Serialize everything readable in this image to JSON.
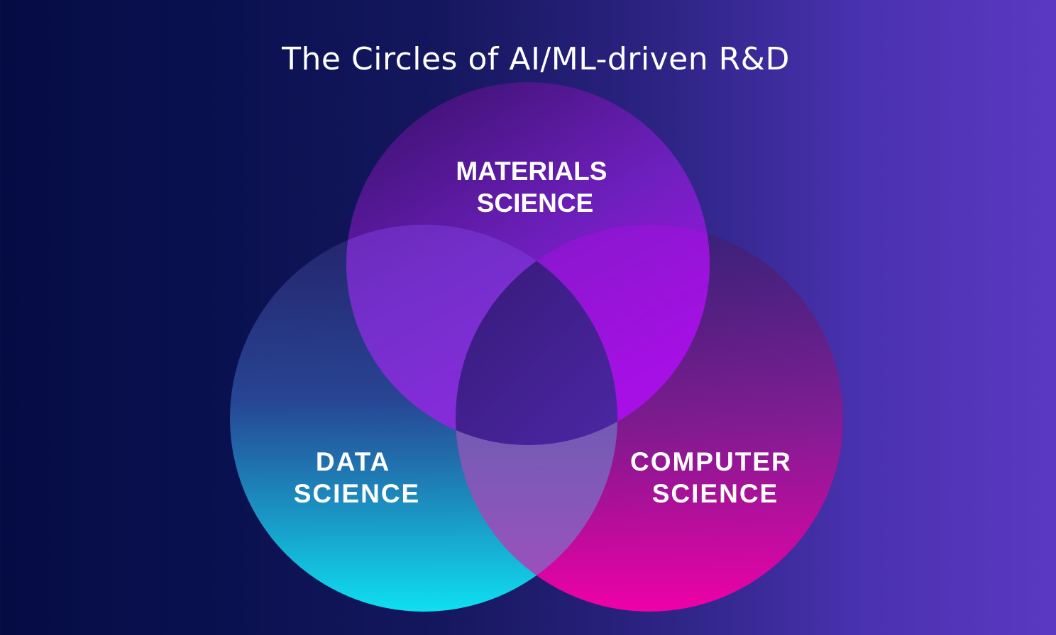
{
  "diagram": {
    "title": "The Circles of AI/ML-driven R&D",
    "circles": [
      {
        "line1": "MATERIALS",
        "line2": "SCIENCE"
      },
      {
        "line1": "DATA",
        "line2": "SCIENCE"
      },
      {
        "line1": "COMPUTER",
        "line2": "SCIENCE"
      }
    ]
  },
  "colors": {
    "background_left": "#050c44",
    "background_right": "#5b38c2",
    "materials_top": "#3a0f66",
    "materials_bottom": "#b00ff0",
    "data_top": "#2a2670",
    "data_bottom": "#0ee0f0",
    "computer_top": "#3a2070",
    "computer_bottom": "#f000a8"
  }
}
